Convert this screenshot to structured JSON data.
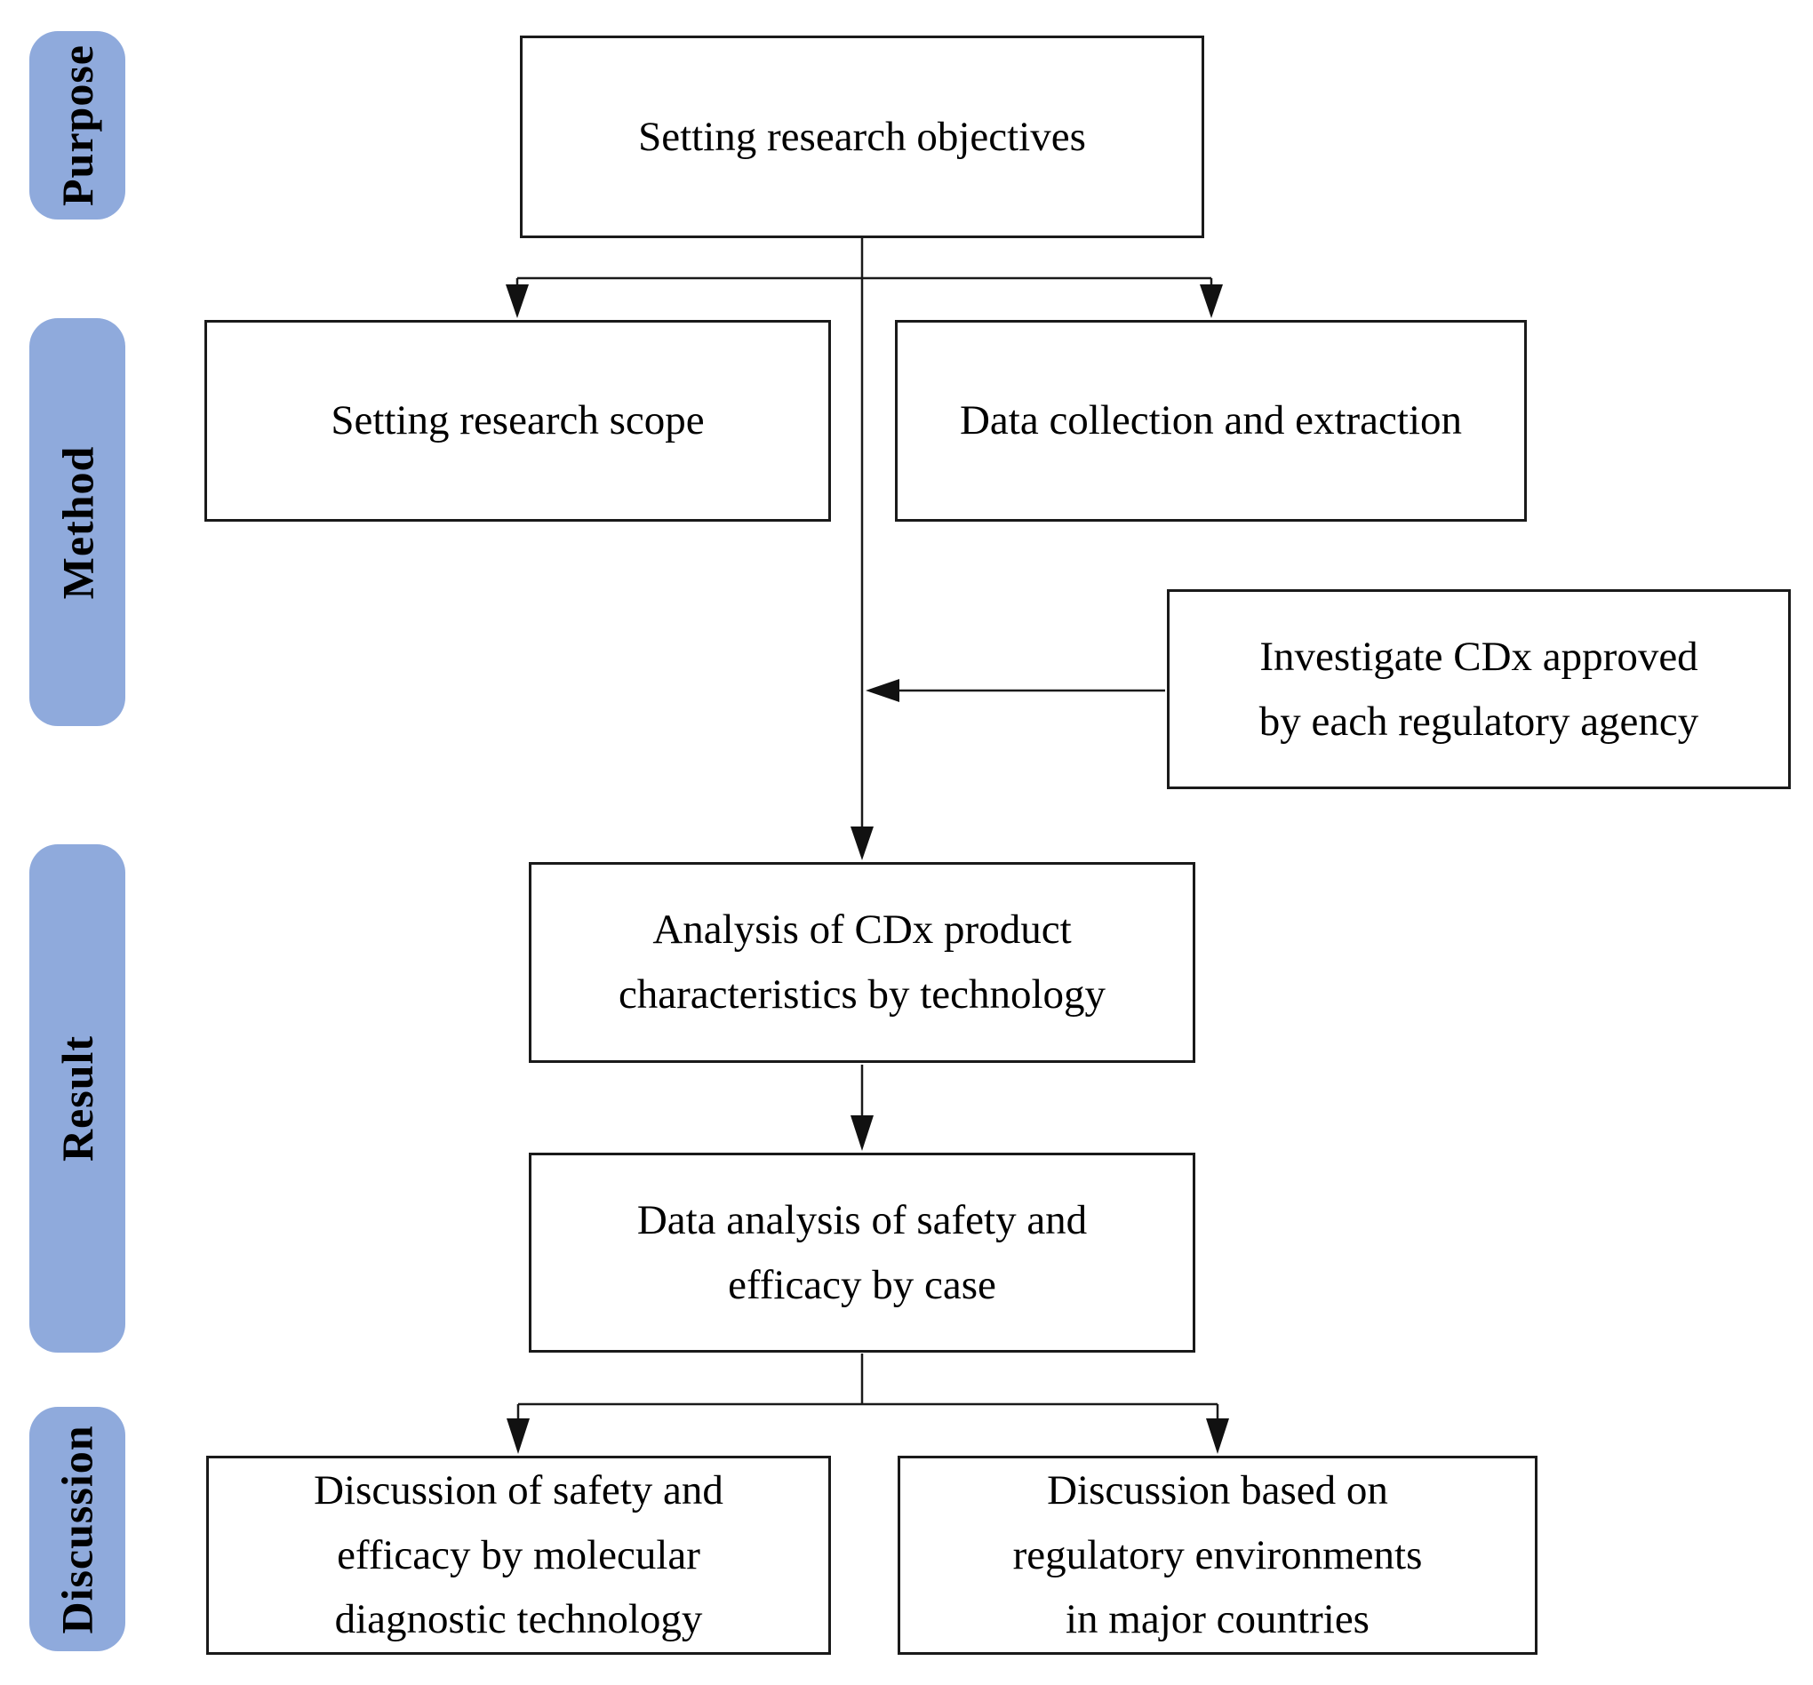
{
  "figure": {
    "type": "flowchart",
    "background": "#FFFFFF",
    "stages": [
      {
        "label": "Purpose"
      },
      {
        "label": "Method"
      },
      {
        "label": "Result"
      },
      {
        "label": "Discussion"
      }
    ],
    "nodes": {
      "objectives": {
        "label": "Setting research objectives",
        "stage": "Purpose"
      },
      "scope": {
        "label": "Setting research scope",
        "stage": "Method"
      },
      "collection": {
        "label": "Data collection and extraction",
        "stage": "Method"
      },
      "investigate": {
        "label": "Investigate CDx approved\nby each regulatory agency",
        "stage": "Method"
      },
      "analysis": {
        "label": "Analysis of CDx product\ncharacteristics by technology",
        "stage": "Result"
      },
      "data_analysis": {
        "label": "Data analysis of safety and\nefficacy by case",
        "stage": "Result"
      },
      "discussion_molecular": {
        "label": "Discussion of safety and\nefficacy by molecular\ndiagnostic technology",
        "stage": "Discussion"
      },
      "discussion_regulatory": {
        "label": "Discussion based on\nregulatory environments\nin major countries",
        "stage": "Discussion"
      }
    },
    "edges": [
      {
        "from": "objectives",
        "to": "scope"
      },
      {
        "from": "objectives",
        "to": "collection"
      },
      {
        "from": "objectives",
        "to": "analysis"
      },
      {
        "from": "investigate",
        "to": "analysis"
      },
      {
        "from": "analysis",
        "to": "data_analysis"
      },
      {
        "from": "data_analysis",
        "to": "discussion_molecular"
      },
      {
        "from": "data_analysis",
        "to": "discussion_regulatory"
      }
    ],
    "colors": {
      "stage_pill_fill": "#8FAADC",
      "box_fill": "#FFFFFF",
      "box_border": "#1A1A1A",
      "connector_line": "#1A1A1A",
      "text": "#000000"
    }
  }
}
